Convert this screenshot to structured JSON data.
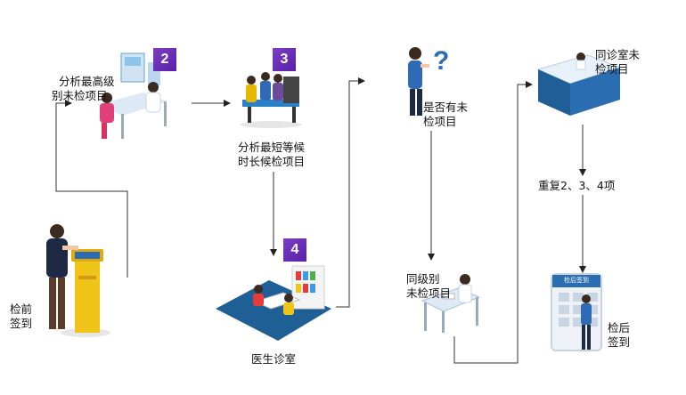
{
  "steps": {
    "checkin_before": "检前\n签到",
    "analyze_highest": "分析最高级\n别未检项目",
    "analyze_shortest": "分析最短等候\n时长候检项目",
    "doctor_room": "医生诊室",
    "has_unchecked": "是否有未\n检项目",
    "same_level": "同级别\n未检项目",
    "same_room": "同诊室未\n检项目",
    "repeat": "重复2、3、4项",
    "checkin_after": "检后\n签到"
  },
  "badges": {
    "b2": "2",
    "b3": "3",
    "b4": "4"
  },
  "screen_title": "检后签到",
  "colors": {
    "badge": "#6a2fb8",
    "arrow": "#222222",
    "accent_blue": "#2a6db0"
  }
}
